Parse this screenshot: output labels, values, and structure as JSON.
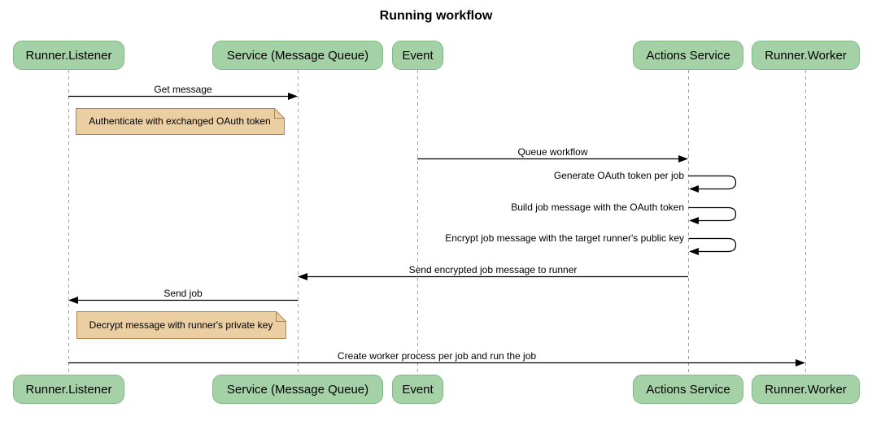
{
  "diagram_type": "sequence",
  "title": "Running workflow",
  "participants": [
    {
      "name": "Runner.Listener"
    },
    {
      "name": "Service (Message Queue)"
    },
    {
      "name": "Event"
    },
    {
      "name": "Actions Service"
    },
    {
      "name": "Runner.Worker"
    }
  ],
  "messages": [
    {
      "label": "Get message",
      "from": "Runner.Listener",
      "to": "Service (Message Queue)",
      "type": "solid-arrow"
    },
    {
      "label": "Queue workflow",
      "from": "Event",
      "to": "Actions Service",
      "type": "solid-arrow"
    },
    {
      "label": "Generate OAuth token per job",
      "from": "Actions Service",
      "to": "Actions Service",
      "type": "self-loop"
    },
    {
      "label": "Build job message with the OAuth token",
      "from": "Actions Service",
      "to": "Actions Service",
      "type": "self-loop"
    },
    {
      "label": "Encrypt job message with the target runner's public key",
      "from": "Actions Service",
      "to": "Actions Service",
      "type": "self-loop"
    },
    {
      "label": "Send encrypted job message to runner",
      "from": "Actions Service",
      "to": "Service (Message Queue)",
      "type": "solid-arrow"
    },
    {
      "label": "Send job",
      "from": "Service (Message Queue)",
      "to": "Runner.Listener",
      "type": "solid-arrow"
    },
    {
      "label": "Create worker process per job and run the job",
      "from": "Runner.Listener",
      "to": "Runner.Worker",
      "type": "solid-arrow"
    }
  ],
  "notes": [
    {
      "label": "Authenticate with exchanged OAuth token",
      "position": "right of Runner.Listener"
    },
    {
      "label": "Decrypt message with runner's private key",
      "position": "right of Runner.Listener"
    }
  ],
  "colors": {
    "background": "#ffffff",
    "participant_fill": "#a5d1a7",
    "participant_border": "#84b987",
    "note_fill": "#ebcfa3",
    "note_border": "#b1824a",
    "lifeline": "#a0a0a0",
    "arrow": "#000000",
    "text": "#000000"
  }
}
